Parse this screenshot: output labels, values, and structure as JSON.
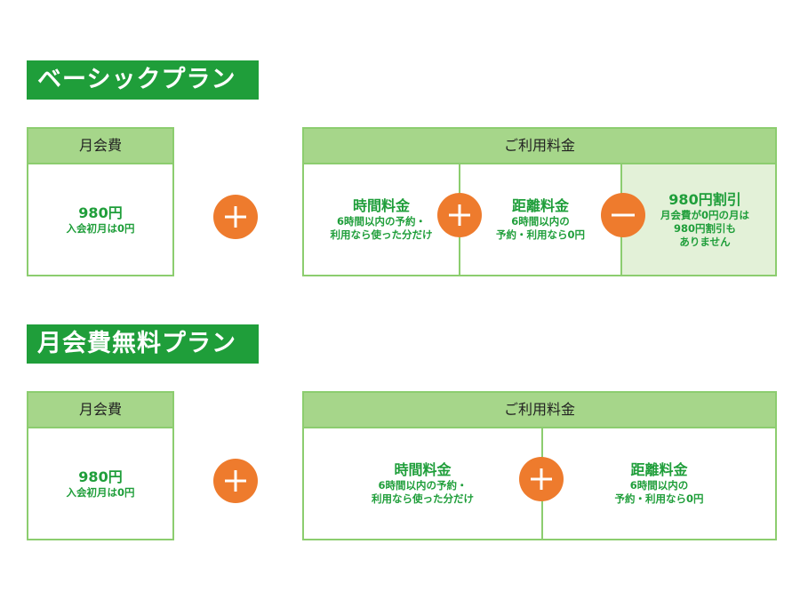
{
  "plans": [
    {
      "title": "ベーシックプラン",
      "fee_box": {
        "header": "月会費",
        "price": "980円",
        "note": "入会初月は0円"
      },
      "usage_box": {
        "header": "ご利用料金",
        "cells": [
          {
            "title": "時間料金",
            "lines": [
              "6時間以内の予約・",
              "利用なら使った分だけ"
            ]
          },
          {
            "title": "距離料金",
            "lines": [
              "6時間以内の",
              "予約・利用なら0円"
            ]
          },
          {
            "title": "980円割引",
            "lines": [
              "月会費が0円の月は",
              "980円割引も",
              "ありません"
            ]
          }
        ]
      },
      "operators": [
        "plus",
        "plus",
        "minus"
      ]
    },
    {
      "title": "月会費無料プラン",
      "fee_box": {
        "header": "月会費",
        "price": "980円",
        "note": "入会初月は0円"
      },
      "usage_box": {
        "header": "ご利用料金",
        "cells": [
          {
            "title": "時間料金",
            "lines": [
              "6時間以内の予約・",
              "利用なら使った分だけ"
            ]
          },
          {
            "title": "距離料金",
            "lines": [
              "6時間以内の",
              "予約・利用なら0円"
            ]
          }
        ]
      },
      "operators": [
        "plus",
        "plus"
      ]
    }
  ],
  "colors": {
    "title_bg": "#1f9e3a",
    "header_bg": "#a6d68a",
    "border": "#8ccd6f",
    "text_green": "#1f9e3a",
    "operator": "#ee7b2d",
    "discount_bg": "#e3f1d8"
  }
}
